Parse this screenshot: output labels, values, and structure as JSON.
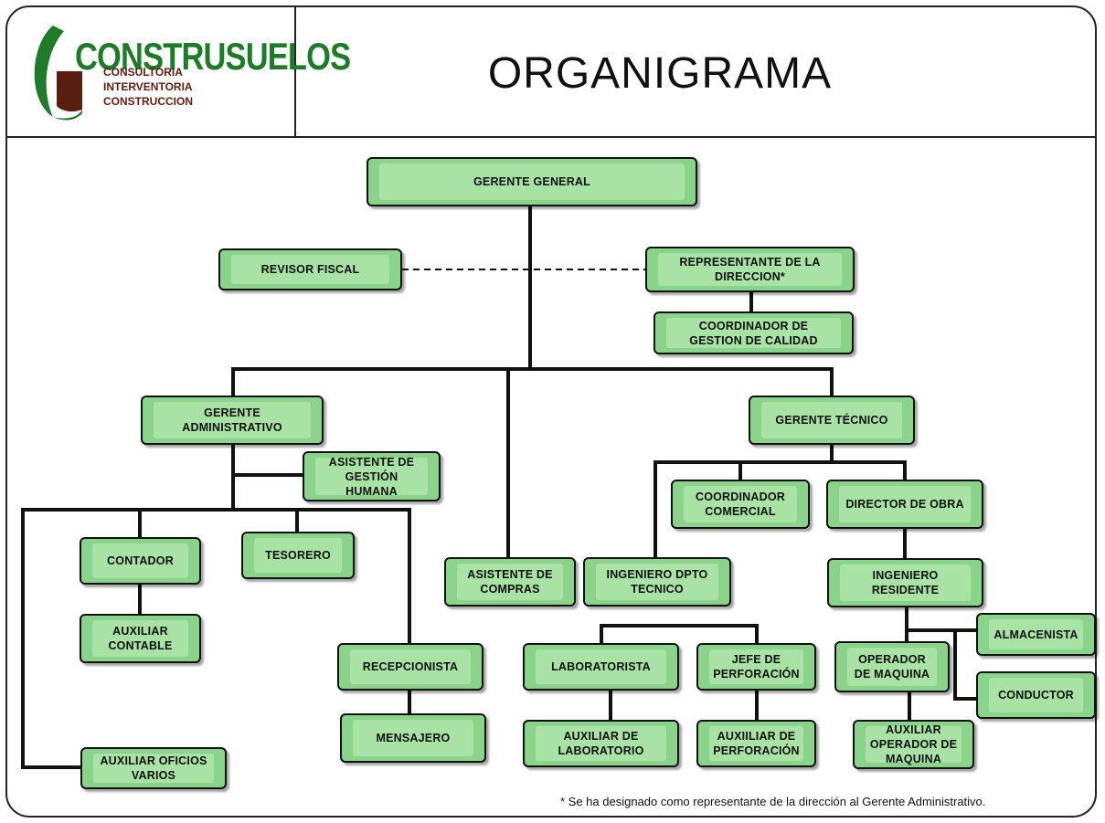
{
  "logo": {
    "name": "CONSTRUSUELOS",
    "lines": [
      "CONSULTORIA",
      "INTERVENTORIA",
      "CONSTRUCCION"
    ]
  },
  "title": "ORGANIGRAMA",
  "boxes": {
    "gerente_general": "GERENTE GENERAL",
    "revisor_fiscal": "REVISOR FISCAL",
    "representante": "REPRESENTANTE DE LA\nDIRECCION*",
    "coord_calidad": "COORDINADOR DE\nGESTION DE CALIDAD",
    "gerente_admin": "GERENTE\nADMINISTRATIVO",
    "asistente_gestion": "ASISTENTE DE\nGESTIÓN\nHUMANA",
    "gerente_tecnico": "GERENTE TÉCNICO",
    "coord_comercial": "COORDINADOR\nCOMERCIAL",
    "director_obra": "DIRECTOR DE OBRA",
    "contador": "CONTADOR",
    "tesorero": "TESORERO",
    "asistente_compras": "ASISTENTE DE\nCOMPRAS",
    "ing_dpto_tecnico": "INGENIERO DPTO\nTECNICO",
    "ing_residente": "INGENIERO\nRESIDENTE",
    "aux_contable": "AUXILIAR\nCONTABLE",
    "almacenista": "ALMACENISTA",
    "recepcionista": "RECEPCIONISTA",
    "laboratorista": "LABORATORISTA",
    "jefe_perforacion": "JEFE DE\nPERFORACIÓN",
    "operador_maquina": "OPERADOR\nDE MAQUINA",
    "conductor": "CONDUCTOR",
    "mensajero": "MENSAJERO",
    "aux_laboratorio": "AUXILIAR DE\nLABORATORIO",
    "aux_perforacion": "AUXIILIAR DE\nPERFORACIÓN",
    "aux_operador": "AUXILIAR\nOPERADOR DE\nMAQUINA",
    "aux_oficios": "AUXILIAR OFICIOS\nVARIOS"
  },
  "footnote": "* Se ha designado como representante de la dirección al Gerente Administrativo.",
  "colors": {
    "box_outer": "#8ad38a",
    "box_inner": "#a8e2a4",
    "logo_green": "#1f7a2a",
    "logo_brown": "#5a1e10"
  }
}
